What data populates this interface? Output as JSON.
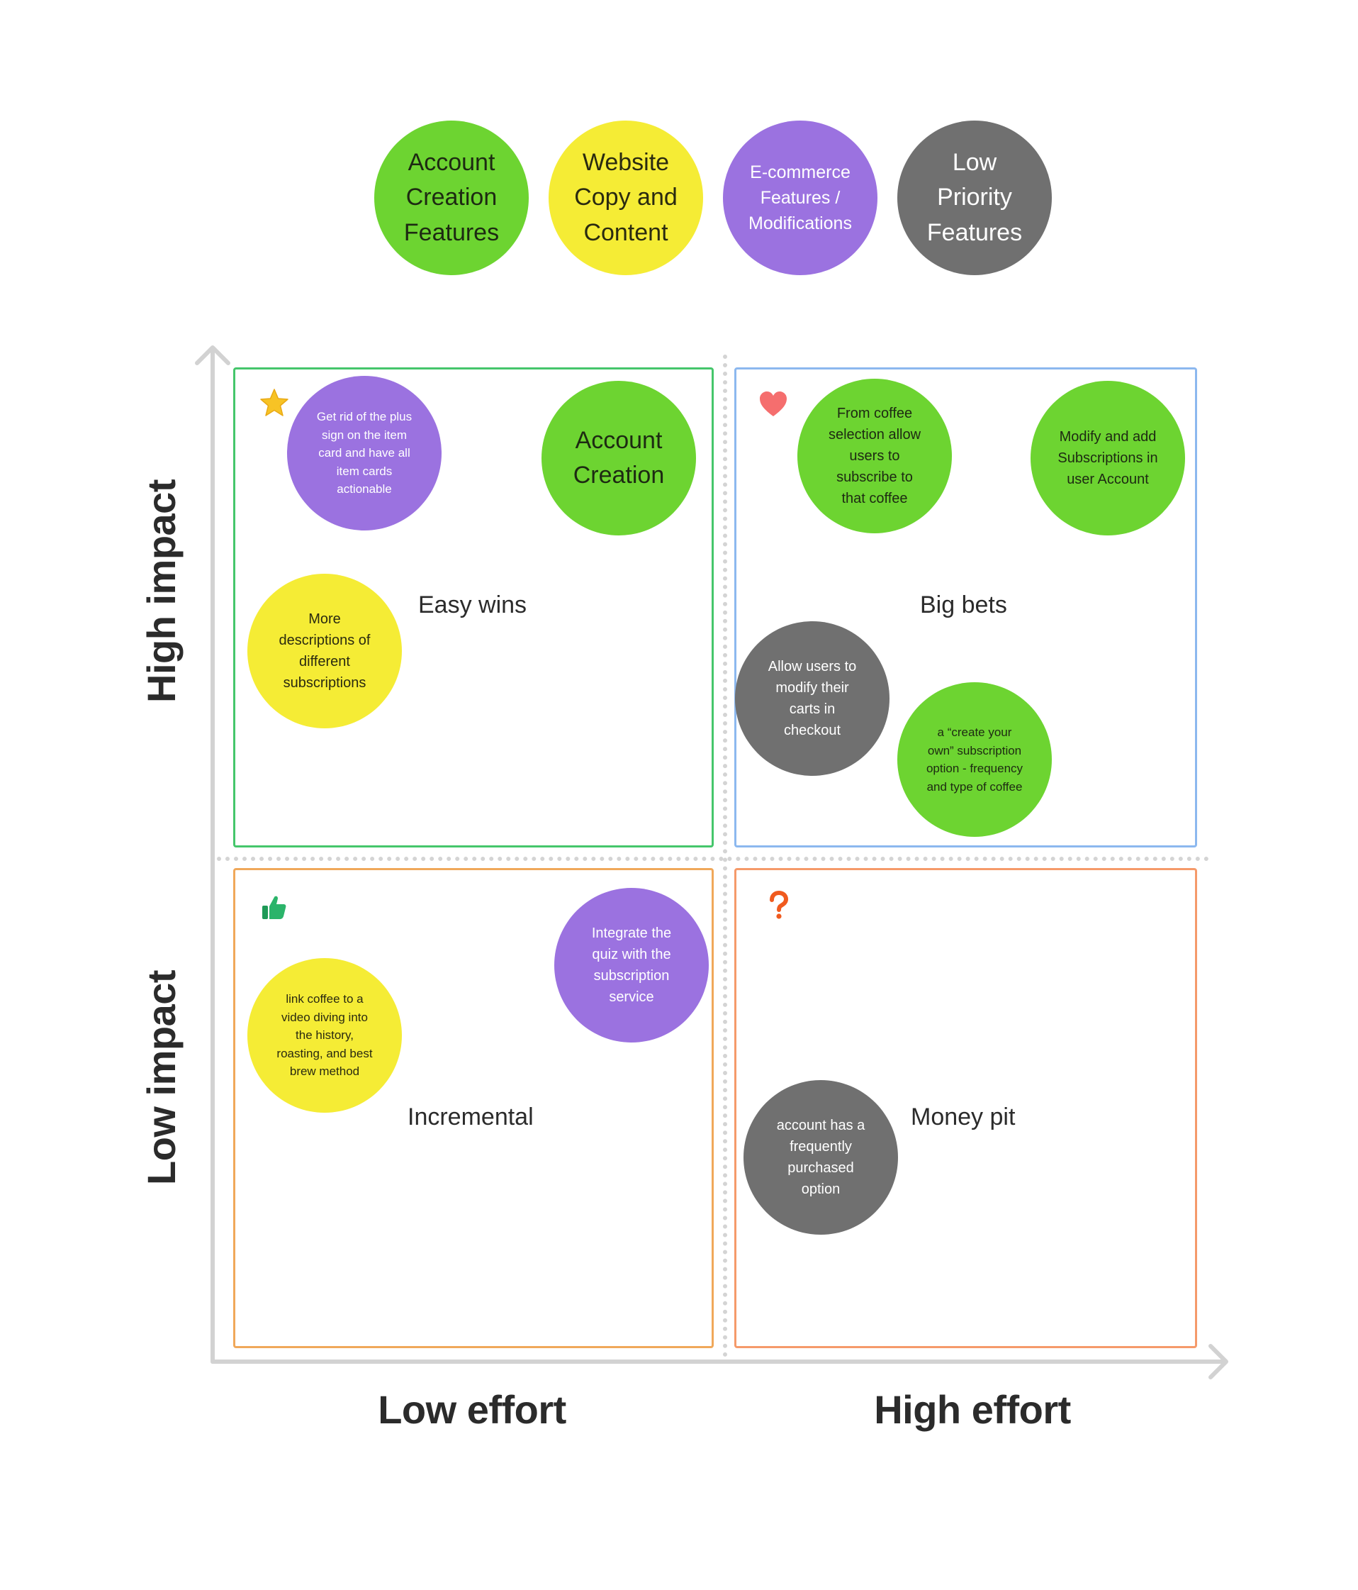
{
  "legend": {
    "account": [
      "Account",
      "Creation",
      "Features"
    ],
    "website": [
      "Website",
      "Copy and",
      "Content"
    ],
    "ecommerce": [
      "E-commerce",
      "Features /",
      "Modifications"
    ],
    "low_priority": [
      "Low",
      "Priority",
      "Features"
    ]
  },
  "colors": {
    "account_creation": "#6dd431",
    "website_copy": "#f5ec35",
    "ecommerce": "#9b72e0",
    "low_priority": "#707070",
    "easy_wins_border": "#45c66b",
    "big_bets_border": "#8cb8ef",
    "incremental_border": "#f0a85a",
    "money_pit_border": "#f59a6a"
  },
  "axes": {
    "y_high": "High impact",
    "y_low": "Low impact",
    "x_low": "Low effort",
    "x_high": "High effort"
  },
  "quadrants": {
    "easy_wins": {
      "label": "Easy wins",
      "icon": "star-icon",
      "notes": {
        "plus_sign": [
          "Get rid of the plus",
          "sign on the item",
          "card and have all",
          "item cards",
          "actionable"
        ],
        "account_creation": [
          "Account",
          "Creation"
        ],
        "descriptions": [
          "More",
          "descriptions of",
          "different",
          "subscriptions"
        ]
      }
    },
    "big_bets": {
      "label": "Big bets",
      "icon": "heart-icon",
      "notes": {
        "subscribe_from_selection": [
          "From coffee",
          "selection allow",
          "users to",
          "subscribe to",
          "that coffee"
        ],
        "modify_subscriptions": [
          "Modify and add",
          "Subscriptions in",
          "user Account"
        ],
        "modify_carts": [
          "Allow users to",
          "modify their",
          "carts in",
          "checkout"
        ],
        "create_your_own": [
          "a “create your",
          "own” subscription",
          "option - frequency",
          "and type of coffee"
        ]
      }
    },
    "incremental": {
      "label": "Incremental",
      "icon": "thumbs-up-icon",
      "notes": {
        "integrate_quiz": [
          "Integrate the",
          "quiz with the",
          "subscription",
          "service"
        ],
        "link_video": [
          "link coffee to a",
          "video diving into",
          "the history,",
          "roasting, and best",
          "brew method"
        ]
      }
    },
    "money_pit": {
      "label": "Money pit",
      "icon": "question-mark-icon",
      "notes": {
        "frequently_purchased": [
          "account has a",
          "frequently",
          "purchased",
          "option"
        ]
      }
    }
  }
}
